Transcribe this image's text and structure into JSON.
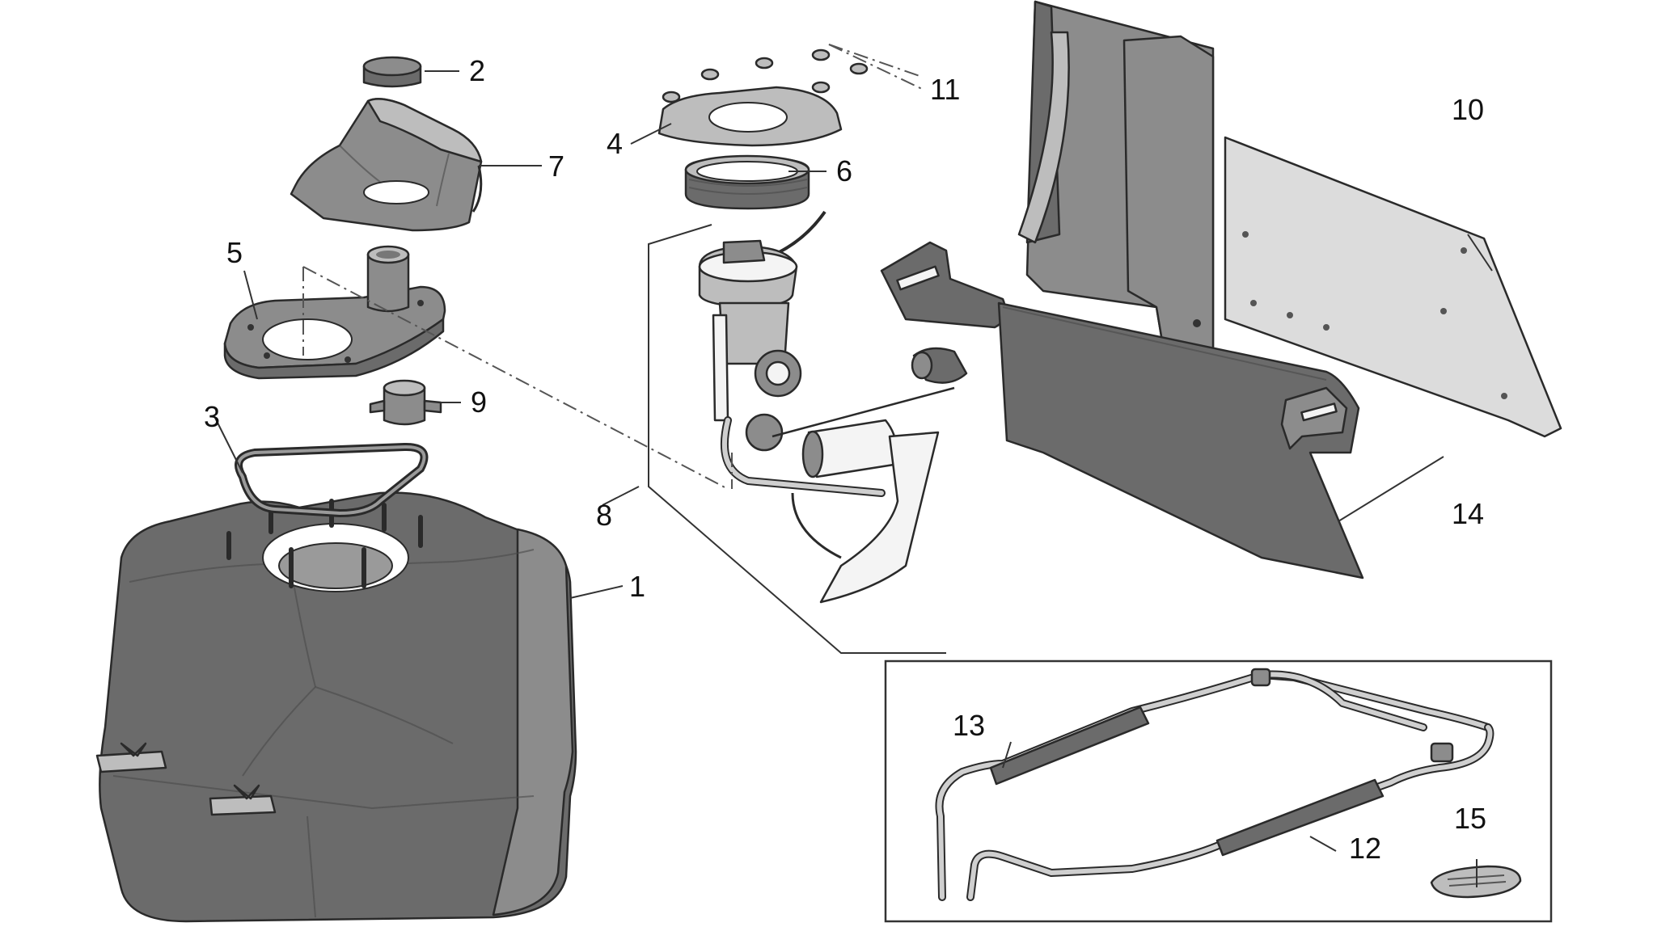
{
  "callouts": [
    {
      "id": "tank",
      "label": "1"
    },
    {
      "id": "cap",
      "label": "2"
    },
    {
      "id": "gasket",
      "label": "3"
    },
    {
      "id": "flange-plate",
      "label": "4"
    },
    {
      "id": "filler-plate",
      "label": "5"
    },
    {
      "id": "ring-nut",
      "label": "6"
    },
    {
      "id": "cover",
      "label": "7"
    },
    {
      "id": "fuel-pump",
      "label": "8"
    },
    {
      "id": "bushing",
      "label": "9"
    },
    {
      "id": "heat-shield-sheet",
      "label": "10"
    },
    {
      "id": "nuts",
      "label": "11"
    },
    {
      "id": "hose-12",
      "label": "12"
    },
    {
      "id": "hose-13",
      "label": "13"
    },
    {
      "id": "bracket",
      "label": "14"
    },
    {
      "id": "decal",
      "label": "15"
    }
  ],
  "colors": {
    "part_dark": "#6b6b6b",
    "part_mid": "#8c8c8c",
    "part_light": "#bdbdbd",
    "outline": "#2a2a2a",
    "background": "#ffffff"
  }
}
